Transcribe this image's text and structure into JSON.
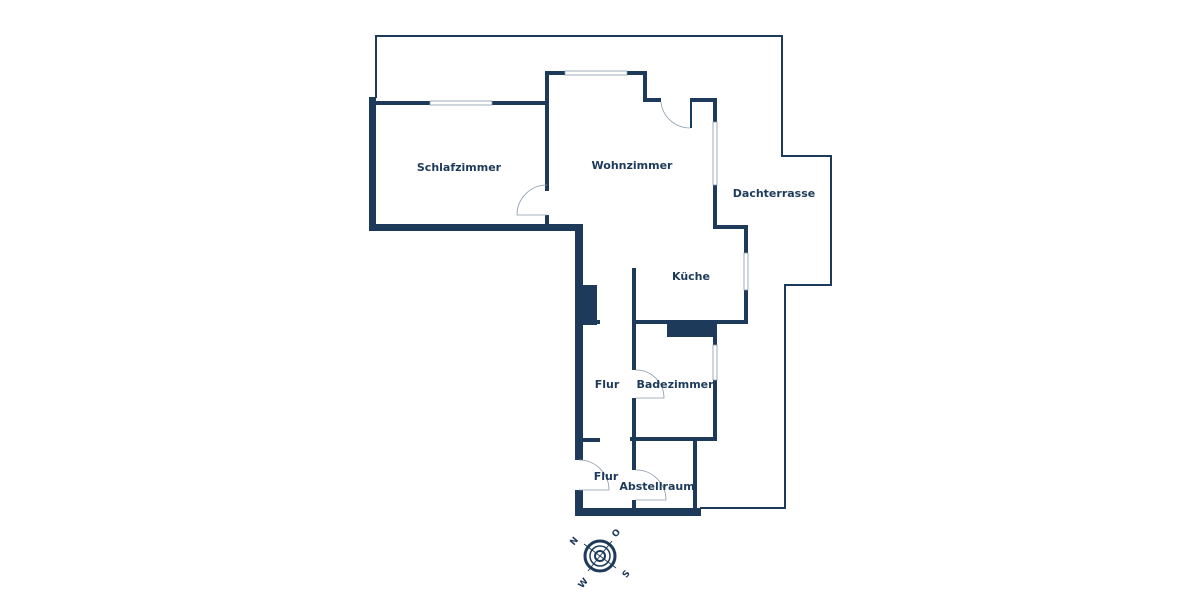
{
  "rooms": {
    "schlafzimmer": "Schlafzimmer",
    "wohnzimmer": "Wohnzimmer",
    "dachterrasse": "Dachterrasse",
    "kueche": "Küche",
    "flur_upper": "Flur",
    "badezimmer": "Badezimmer",
    "flur_lower": "Flur",
    "abstellraum": "Abstellraum"
  },
  "compass": {
    "north": "N",
    "east": "O",
    "south": "S",
    "west": "W"
  },
  "colors": {
    "wall": "#1d3a5a",
    "background": "#ffffff"
  }
}
